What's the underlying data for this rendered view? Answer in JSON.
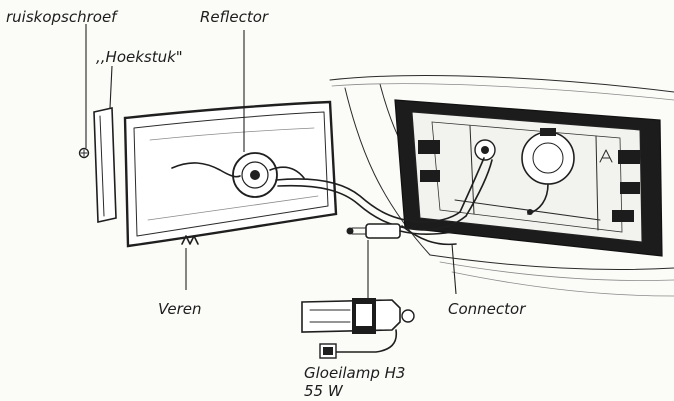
{
  "labels": {
    "screw": "ruiskopschroef",
    "corner": ",,Hoekstuk\"",
    "reflector": "Reflector",
    "springs": "Veren",
    "connector": "Connector",
    "bulb_line1": "Gloeilamp H3",
    "bulb_line2": "55 W"
  },
  "colors": {
    "ink": "#1f1f1f",
    "paper": "#fbfbf8",
    "panel_dark": "#1c1c1c"
  }
}
